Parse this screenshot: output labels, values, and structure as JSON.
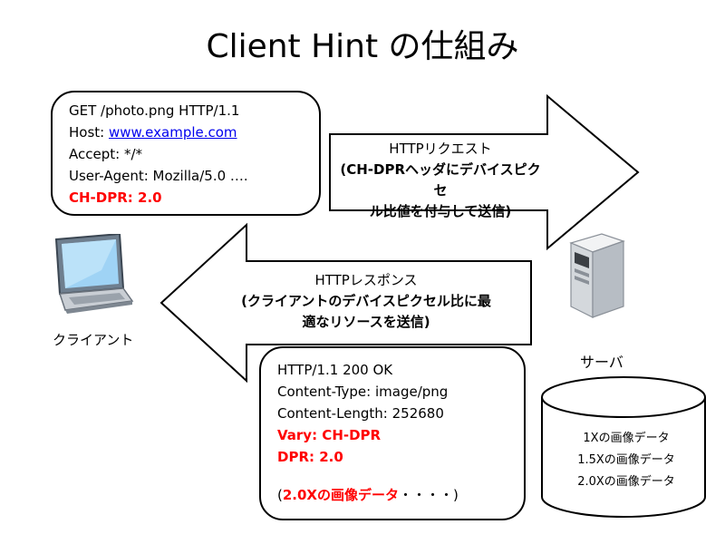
{
  "title": "Client Hint の仕組み",
  "request_box": {
    "lines": [
      "GET /photo.png HTTP/1.1",
      "Host: ",
      "Accept: */*",
      "User-Agent: Mozilla/5.0 …."
    ],
    "host_link": "www.example.com",
    "highlight": "CH-DPR: 2.0"
  },
  "request_arrow": {
    "line1": "HTTPリクエスト",
    "line2": "(CH-DPRヘッダにデバイスピクセ",
    "line3": "ル比値を付与して送信)"
  },
  "response_arrow": {
    "line1": "HTTPレスポンス",
    "line2": "(クライアントのデバイスピクセル比に最",
    "line3": "適なリソースを送信)"
  },
  "response_box": {
    "lines": [
      "HTTP/1.1 200 OK",
      "Content-Type: image/png",
      "Content-Length: 252680"
    ],
    "highlight1": "Vary: CH-DPR",
    "highlight2": "DPR: 2.0",
    "body_open": "(",
    "body_red": "2.0Xの画像データ",
    "body_close": "・・・・)"
  },
  "client_label": "クライアント",
  "server_label": "サーバ",
  "database": {
    "items": [
      "1Xの画像データ",
      "1.5Xの画像データ",
      "2.0Xの画像データ"
    ]
  },
  "icons": [
    "laptop-icon",
    "server-icon",
    "database-icon"
  ]
}
